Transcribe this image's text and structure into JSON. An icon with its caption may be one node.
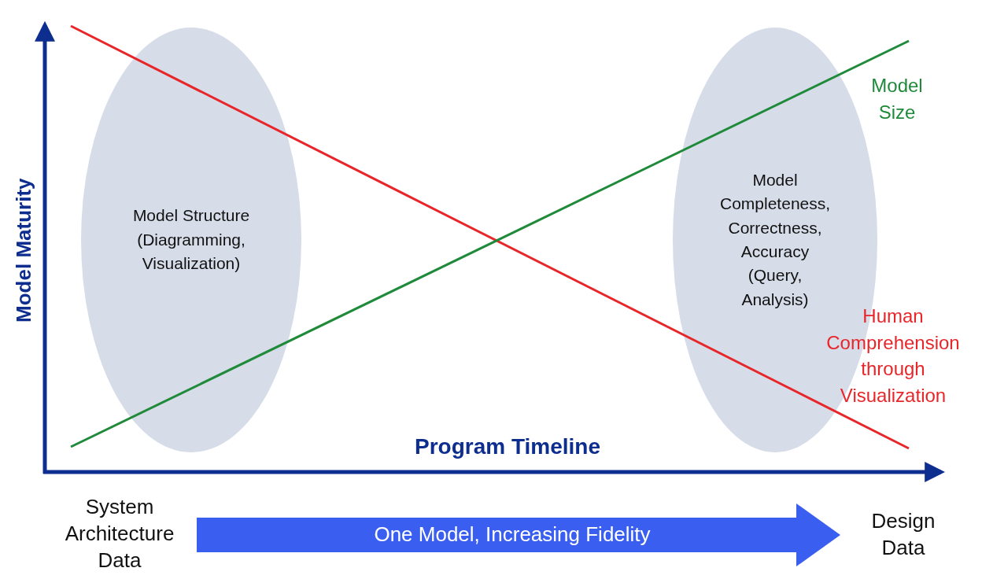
{
  "diagram": {
    "nodes": [
      {
        "text": [
          "Model Structure (Diagramming, Visualization)"
        ]
      },
      {
        "text": [
          "Model Completeness, Correctness, Accuracy (Query, Analysis)"
        ]
      },
      {
        "text": [
          "System Architecture Data"
        ]
      },
      {
        "text": [
          "Design Data"
        ]
      }
    ],
    "edges": [
      {
        "from": 2,
        "to": 3,
        "arrow": "to",
        "label": "One Model, Increasing Fidelity",
        "color": "#3a5ff0"
      }
    ],
    "labels": [
      "Model Maturity",
      "Model Size",
      "Program Timeline",
      "Human Comprehension through Visualization"
    ]
  }
}
